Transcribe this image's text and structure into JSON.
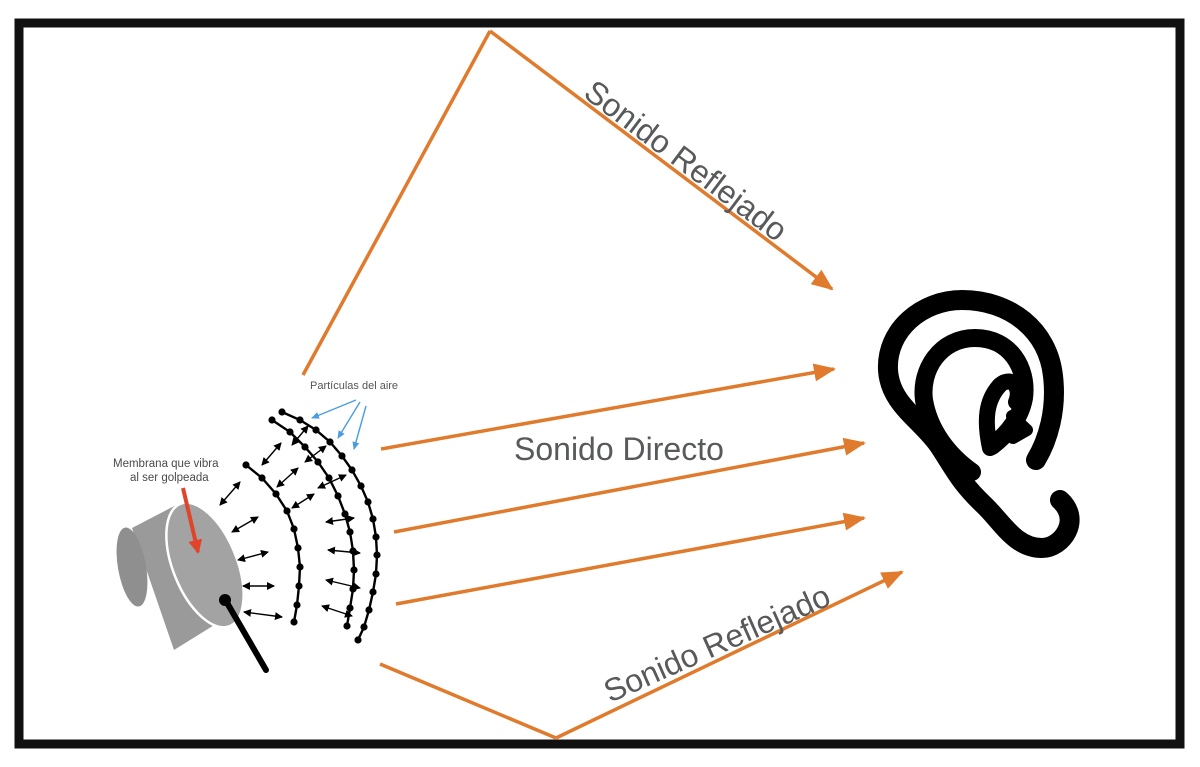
{
  "labels": {
    "reflected_top": "Sonido Reflejado",
    "direct": "Sonido Directo",
    "reflected_bottom": "Sonido Reflejado",
    "air_particles": "Partículas del aire",
    "membrane_line1": "Membrana que vibra",
    "membrane_line2": "al ser golpeada"
  },
  "colors": {
    "frame": "#111111",
    "sound_arrow": "#e07a2c",
    "pointer_red": "#e0452b",
    "pointer_blue": "#4a9de0",
    "drum": "#9a9a9a",
    "ear": "#000000",
    "label_text": "#58595b"
  },
  "icons": [
    "drum-icon",
    "drumstick-icon",
    "ear-icon"
  ]
}
